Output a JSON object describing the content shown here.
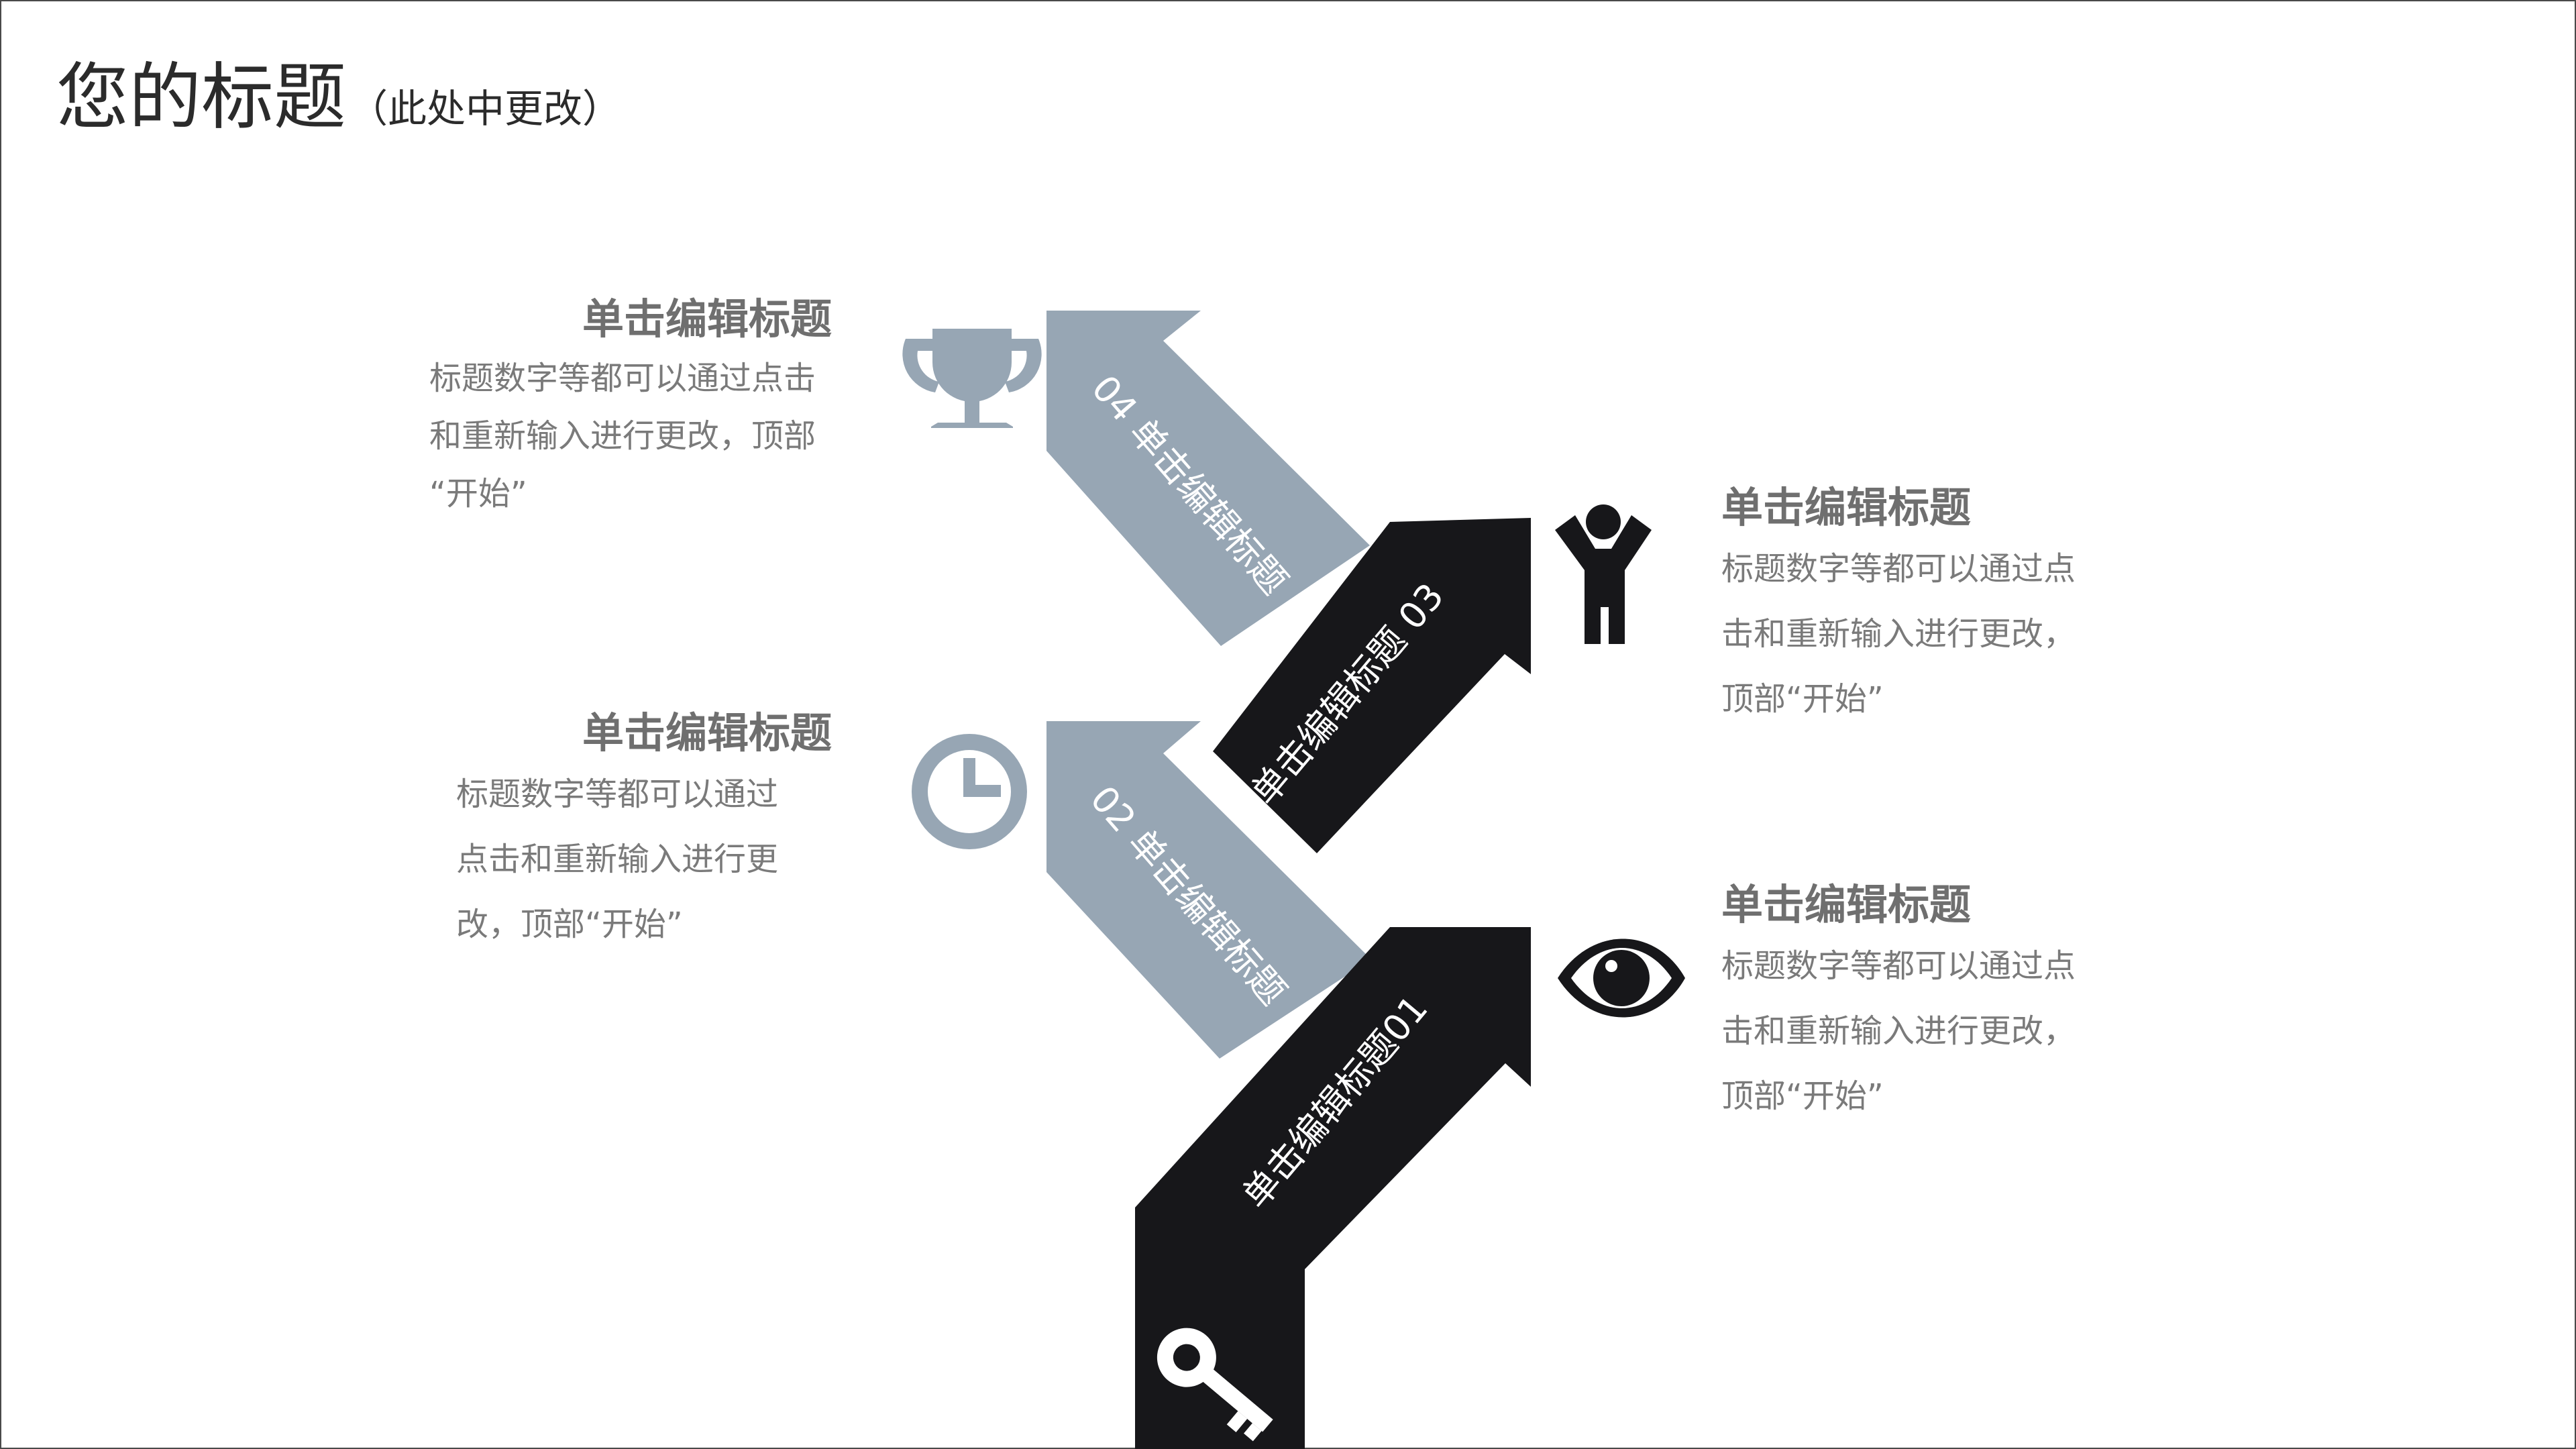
{
  "title": {
    "main": "您的标题",
    "sub": "（此处中更改）"
  },
  "steps": [
    {
      "num": "01",
      "label": "单击编辑标题01",
      "icon": "key-icon",
      "heading": "单击编辑标题",
      "text": "标题数字等都可以通过点\n击和重新输入进行更改，\n顶部“开始”"
    },
    {
      "num": "02",
      "label": "02 单击编辑标题",
      "icon": "clock-icon",
      "heading": "单击编辑标题",
      "text": "标题数字等都可以通过\n点击和重新输入进行更\n改，顶部“开始”"
    },
    {
      "num": "03",
      "label": "单击编辑标题 03",
      "icon": "person-raised-arms-icon",
      "heading": "单击编辑标题",
      "text": "标题数字等都可以通过点\n击和重新输入进行更改，\n顶部“开始”"
    },
    {
      "num": "04",
      "label": "04 单击编辑标题",
      "icon": "trophy-icon",
      "heading": "单击编辑标题",
      "text": "标题数字等都可以通过点击\n和重新输入进行更改，顶部\n“开始”"
    }
  ],
  "extra_icons": [
    "eye-icon"
  ],
  "colors": {
    "dark": "#17171a",
    "gray": "#97a6b4",
    "text": "#7a7a7a"
  }
}
